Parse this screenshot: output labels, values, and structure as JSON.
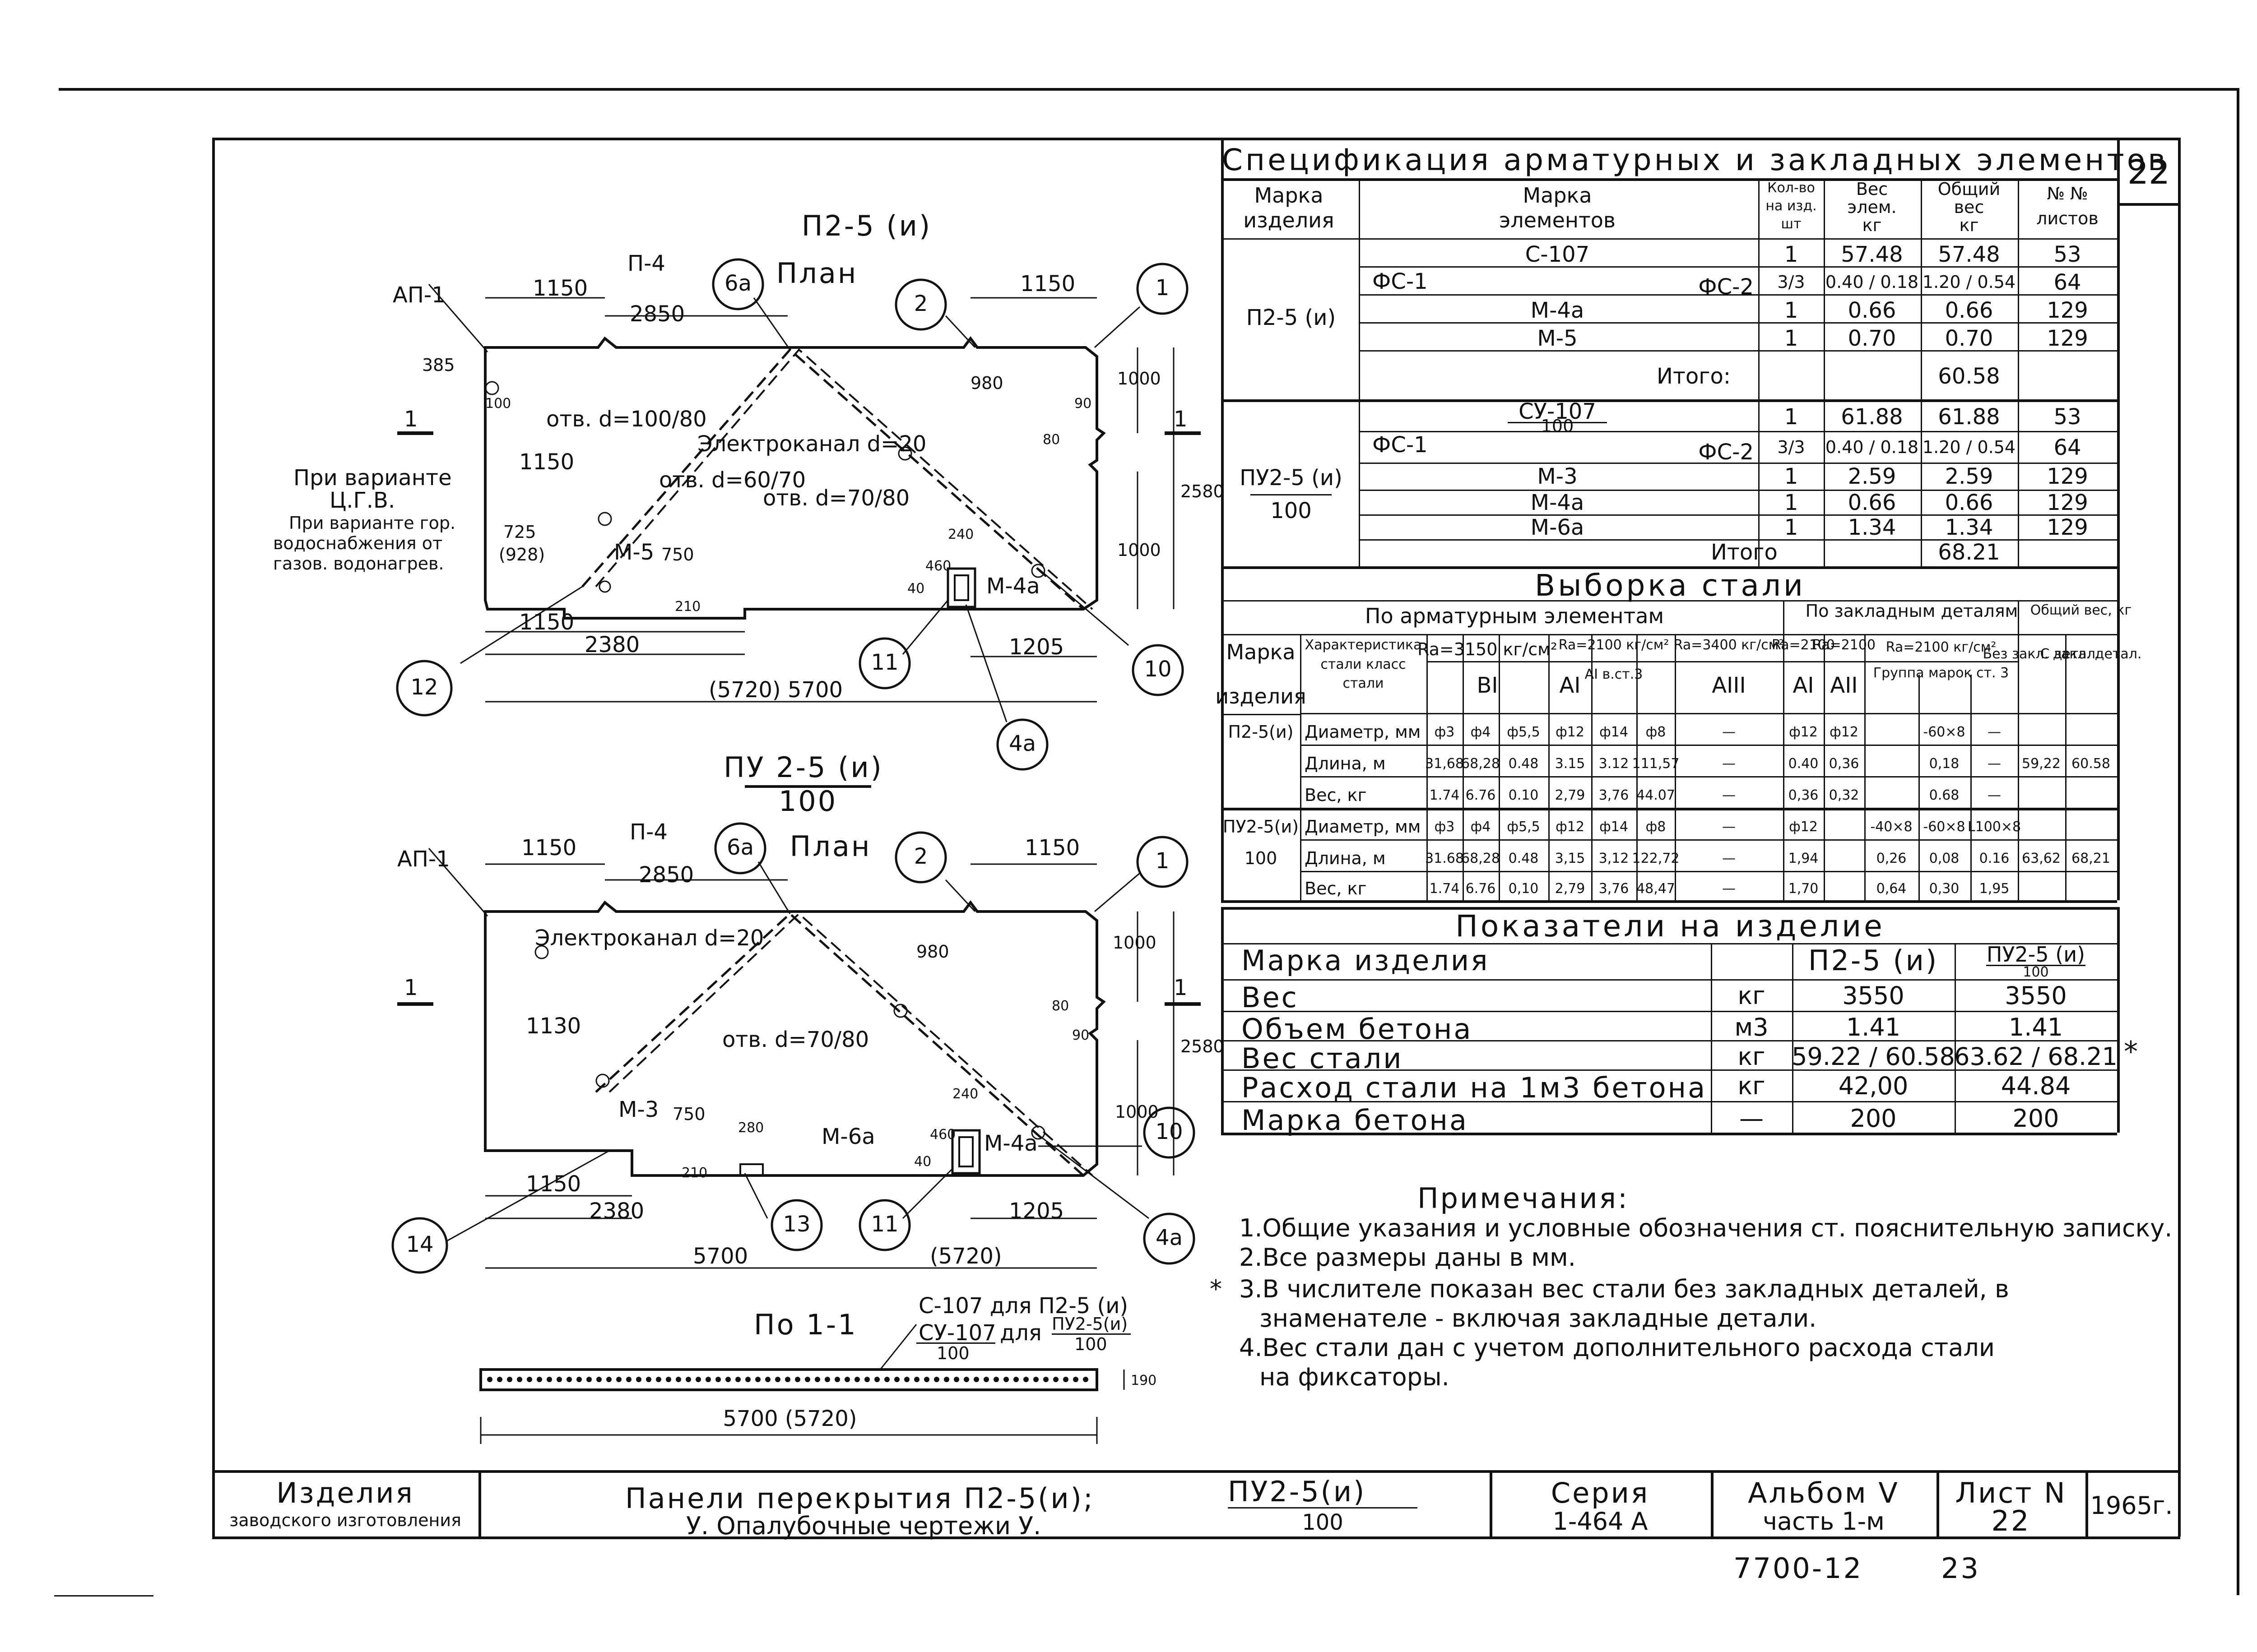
{
  "sheet_number": "22",
  "spec": {
    "title": "Спецификация арматурных и закладных элементов",
    "headers": {
      "product_mark": [
        "Марка",
        "изделия"
      ],
      "element_mark": [
        "Марка",
        "элементов"
      ],
      "qty": [
        "Кол-во",
        "на изд.",
        "шт"
      ],
      "elem_weight": [
        "Вес",
        "элем.",
        "кг"
      ],
      "total_weight": [
        "Общий",
        "вес",
        "кг"
      ],
      "sheets": [
        "№ №",
        "листов"
      ]
    },
    "groups": [
      {
        "product": "П2-5 (и)",
        "rows": [
          {
            "element": "С-107",
            "qty": "1",
            "weight": "57.48",
            "total": "57.48",
            "sheets": "53"
          },
          {
            "element": "ФС-1",
            "element2": "ФС-2",
            "qty": "3/3",
            "weight": "0.40 / 0.18",
            "total": "1.20 / 0.54",
            "sheets": "64"
          },
          {
            "element": "М-4а",
            "qty": "1",
            "weight": "0.66",
            "total": "0.66",
            "sheets": "129"
          },
          {
            "element": "М-5",
            "qty": "1",
            "weight": "0.70",
            "total": "0.70",
            "sheets": "129"
          }
        ],
        "total_label": "Итого:",
        "total": "60.58"
      },
      {
        "product": "ПУ2-5 (и)",
        "product_denominator": "100",
        "rows": [
          {
            "element": "СУ-107",
            "element_denominator": "100",
            "qty": "1",
            "weight": "61.88",
            "total": "61.88",
            "sheets": "53"
          },
          {
            "element": "ФС-1",
            "element2": "ФС-2",
            "qty": "3/3",
            "weight": "0.40 / 0.18",
            "total": "1.20 / 0.54",
            "sheets": "64"
          },
          {
            "element": "М-3",
            "qty": "1",
            "weight": "2.59",
            "total": "2.59",
            "sheets": "129"
          },
          {
            "element": "М-4а",
            "qty": "1",
            "weight": "0.66",
            "total": "0.66",
            "sheets": "129"
          },
          {
            "element": "М-6а",
            "qty": "1",
            "weight": "1.34",
            "total": "1.34",
            "sheets": "129"
          }
        ],
        "total_label": "Итого",
        "total": "68.21"
      }
    ]
  },
  "steel": {
    "title": "Выборка стали",
    "rebar_header": "По арматурным элементам",
    "embed_header": "По закладным деталям",
    "total_header": "Общий вес, кг",
    "mark_header": [
      "Марка",
      "изделия"
    ],
    "char_header": [
      "Характеристика",
      "стали класс",
      "стали"
    ],
    "ra_3150": "Ra=3150 кг/см²",
    "ra_2100": "Ra=2100 кг/см²",
    "ra_3400": "Ra=3400 кг/см²",
    "ra_small_1": "Ra=2100",
    "ra_small_2": "Ra=2100",
    "ra_embed": "Ra=2100 кг/см²",
    "cls_BI": "BI",
    "cls_AI": "AI",
    "cls_AI_st3": "AI в.ст.3",
    "cls_AIII": "AIII",
    "cls_AI_e": "AI",
    "cls_AII_e": "AII",
    "group_marks": "Группа марок ст. 3",
    "without": "Без закл. детал.",
    "with": "С закл. детал.",
    "rows": [
      {
        "mark": "П2-5(и)",
        "label": "Диаметр, мм",
        "vals": [
          "ф3",
          "ф4",
          "ф5,5",
          "ф12",
          "ф14",
          "ф8",
          "—",
          "ф12",
          "ф12",
          "",
          "-60×8",
          "—",
          "",
          ""
        ]
      },
      {
        "mark": "",
        "label": "Длина, м",
        "vals": [
          "31,68",
          "68,28",
          "0.48",
          "3.15",
          "3.12",
          "111,57",
          "—",
          "0.40",
          "0,36",
          "",
          "0,18",
          "—",
          "59,22",
          "60.58"
        ]
      },
      {
        "mark": "",
        "label": "Вес, кг",
        "vals": [
          "1.74",
          "6.76",
          "0.10",
          "2,79",
          "3,76",
          "44.07",
          "—",
          "0,36",
          "0,32",
          "",
          "0.68",
          "—",
          "",
          ""
        ]
      },
      {
        "mark": "ПУ2-5(и)",
        "label": "Диаметр, мм",
        "vals": [
          "ф3",
          "ф4",
          "ф5,5",
          "ф12",
          "ф14",
          "ф8",
          "—",
          "ф12",
          "",
          "-40×8",
          "-60×8",
          "L100×8",
          "",
          ""
        ]
      },
      {
        "mark": "100",
        "label": "Длина, м",
        "vals": [
          "31.68",
          "68,28",
          "0.48",
          "3,15",
          "3,12",
          "122,72",
          "—",
          "1,94",
          "",
          "0,26",
          "0,08",
          "0.16",
          "63,62",
          "68,21"
        ]
      },
      {
        "mark": "",
        "label": "Вес, кг",
        "vals": [
          "1.74",
          "6.76",
          "0,10",
          "2,79",
          "3,76",
          "48,47",
          "—",
          "1,70",
          "",
          "0,64",
          "0,30",
          "1,95",
          "",
          ""
        ]
      }
    ]
  },
  "indicators": {
    "title": "Показатели на изделие",
    "header_mark": "Марка изделия",
    "col1": "П2-5 (и)",
    "col2": "ПУ2-5 (и)",
    "col2_denominator": "100",
    "rows": [
      {
        "name": "Вес",
        "unit": "кг",
        "v1": "3550",
        "v2": "3550"
      },
      {
        "name": "Объем бетона",
        "unit": "м3",
        "v1": "1.41",
        "v2": "1.41"
      },
      {
        "name": "Вес стали",
        "unit": "кг",
        "v1": "59.22 / 60.58",
        "v2": "63.62 / 68.21"
      },
      {
        "name": "Расход стали на 1м3 бетона",
        "unit": "кг",
        "v1": "42,00",
        "v2": "44.84"
      },
      {
        "name": "Марка бетона",
        "unit": "—",
        "v1": "200",
        "v2": "200"
      }
    ],
    "asterisk": "*"
  },
  "notes": {
    "title": "Примечания:",
    "items": [
      "1.Общие указания и условные обозначения ст. пояснительную записку.",
      "2.Все размеры даны в мм.",
      "3.В числителе показан вес стали без закладных деталей, в",
      "знаменателе - включая закладные детали.",
      "4.Вес стали дан с учетом дополнительного расхода стали",
      "на фиксаторы."
    ],
    "star": "*"
  },
  "plan1": {
    "title": "П2-5 (и)",
    "subtitle": "План",
    "labels": {
      "ap1": "АП-1",
      "p4": "П-4",
      "d1150a": "1150",
      "d2850": "2850",
      "d1150b": "1150",
      "d385": "385",
      "d100": "100",
      "otv1": "отв. d=100/80",
      "elkanal": "Электроканал d=20",
      "d1150c": "1150",
      "otv2": "отв. d=60/70",
      "otv3": "отв. d=70/80",
      "d725": "725",
      "d928": "(928)",
      "m5": "М-5",
      "d750": "750",
      "d210": "210",
      "d1150d": "1150",
      "d2380": "2380",
      "d5720": "(5720) 5700",
      "d980": "980",
      "d1000a": "1000",
      "d90": "90",
      "d80": "80",
      "d2580": "2580",
      "d1000b": "1000",
      "d240": "240",
      "m4a": "М-4а",
      "d40": "40",
      "d460": "460",
      "d1205": "1205",
      "section": "1",
      "variant1": "При варианте",
      "variant1b": "Ц.Г.В.",
      "variant2": "При варианте гор.",
      "variant2b": "водоснабжения от",
      "variant2c": "газов. водонагрев."
    },
    "callouts": [
      "6а",
      "2",
      "1",
      "12",
      "11",
      "10",
      "4а"
    ]
  },
  "plan2": {
    "title": "ПУ 2-5 (и)",
    "title_denominator": "100",
    "subtitle": "План",
    "labels": {
      "ap1": "АП-1",
      "p4": "П-4",
      "d1150a": "1150",
      "d2850": "2850",
      "d1150b": "1150",
      "elkanal": "Электроканал d=20",
      "d1130": "1130",
      "otv3": "отв. d=70/80",
      "m3": "М-3",
      "d750": "750",
      "d280": "280",
      "m6a": "М-6а",
      "d210": "210",
      "d1150c": "1150",
      "d2380": "2380",
      "d5700": "5700",
      "d5720": "(5720)",
      "d980": "980",
      "d1000a": "1000",
      "d80": "80",
      "d90": "90",
      "d2580": "2580",
      "d1000b": "1000",
      "d240": "240",
      "m4a": "М-4а",
      "d40": "40",
      "d460": "460",
      "d1205": "1205",
      "section": "1"
    },
    "callouts": [
      "6а",
      "2",
      "1",
      "14",
      "13",
      "11",
      "10",
      "4а"
    ]
  },
  "section11": {
    "title": "По 1-1",
    "note1": "С-107 для П2-5 (и)",
    "note2": "СУ-107",
    "note2_den": "100",
    "note2_mid": "для",
    "note2_right": "ПУ2-5(и)",
    "note2_right_den": "100",
    "dim": "5700 (5720)",
    "thick": "190"
  },
  "stamp": {
    "left1": "Изделия",
    "left2": "заводского изготовления",
    "main1": "Панели перекрытия П2-5(и);",
    "main1_frac": "ПУ2-5(и)",
    "main1_den": "100",
    "main2": "У. Опалубочные чертежи У.",
    "series_label": "Серия",
    "series": "1-464 А",
    "album_label": "Альбом V",
    "album": "часть 1-м",
    "sheet_label": "Лист N",
    "sheet": "22",
    "year": "1965г."
  },
  "footer": {
    "code": "7700-12",
    "page": "23"
  }
}
